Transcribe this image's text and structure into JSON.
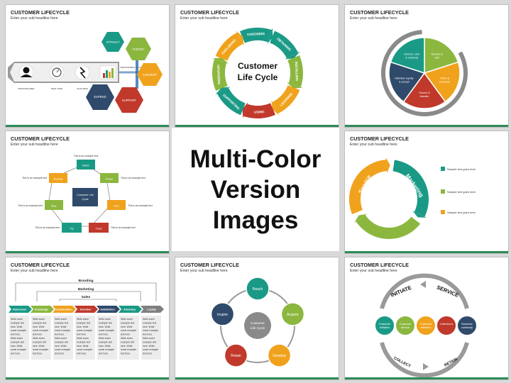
{
  "slide_title": "CUSTOMER LIFECYCLE",
  "slide_subtitle": "Enter your sub headline here",
  "center": {
    "line1": "Multi-Color",
    "line2": "Version Images"
  },
  "s1": {
    "steps": [
      "ATTRACT",
      "TARGET",
      "CONVERT",
      "SUPPORT",
      "EXPEND"
    ],
    "row_labels": [
      "PERSONALIZED",
      "REAL TIME",
      "SCALABLE",
      "MEASURABLE & ACTIONABLE"
    ]
  },
  "s2": {
    "center_line1": "Customer",
    "center_line2": "Life Cycle",
    "segments": [
      "CHOOSING",
      "OBTAINING",
      "INSTALLING",
      "LEARNING",
      "USING",
      "SUPPORTING",
      "UPGRADING",
      "EXPLORING"
    ]
  },
  "s3": {
    "segments": [
      "Review & test",
      "Order & purchase",
      "Source & transfer",
      "Maintain loyalty & accept",
      "Service, care & warranty"
    ]
  },
  "s4": {
    "center_line1": "Customer Life",
    "center_line2": "Cycle",
    "boxes": [
      "Refer",
      "Know",
      "Like",
      "Trust",
      "Try",
      "Buy",
      "Repeat"
    ],
    "example": "This is an example text"
  },
  "s5": {
    "segments": [
      "Marketing",
      "Sales",
      "Service"
    ],
    "legend": [
      "Sample text goes here",
      "Sample text goes here",
      "Sample text goes here"
    ]
  },
  "s6": {
    "tiers": [
      "Branding",
      "Marketing",
      "Sales"
    ],
    "arrows": [
      "Awareness",
      "Knowledge",
      "Consideration",
      "Selection",
      "Satisfaction",
      "Advocacy",
      "Loyalty"
    ],
    "col_text": "Write some example text here. Write some example text here. Write some example text here. Write some example text here."
  },
  "s7": {
    "center_line1": "Customer",
    "center_line2": "Life Cycle",
    "nodes": [
      "Reach",
      "Acquire",
      "Develop",
      "Retain",
      "Inspire"
    ]
  },
  "s8": {
    "arcs": [
      "INITIATE",
      "SERVICE",
      "RETAIN",
      "COLLECT"
    ],
    "circles": [
      "Customer Initiation",
      "Customer service",
      "Customer retention",
      "Collections",
      "Business continuity"
    ]
  },
  "colors": {
    "teal": "#1a9a86",
    "green": "#8bb73f",
    "orange": "#f0a21c",
    "red": "#c0392b",
    "navy": "#2f4a6b",
    "gray": "#808080",
    "accent_bar": "#2e8b57"
  }
}
